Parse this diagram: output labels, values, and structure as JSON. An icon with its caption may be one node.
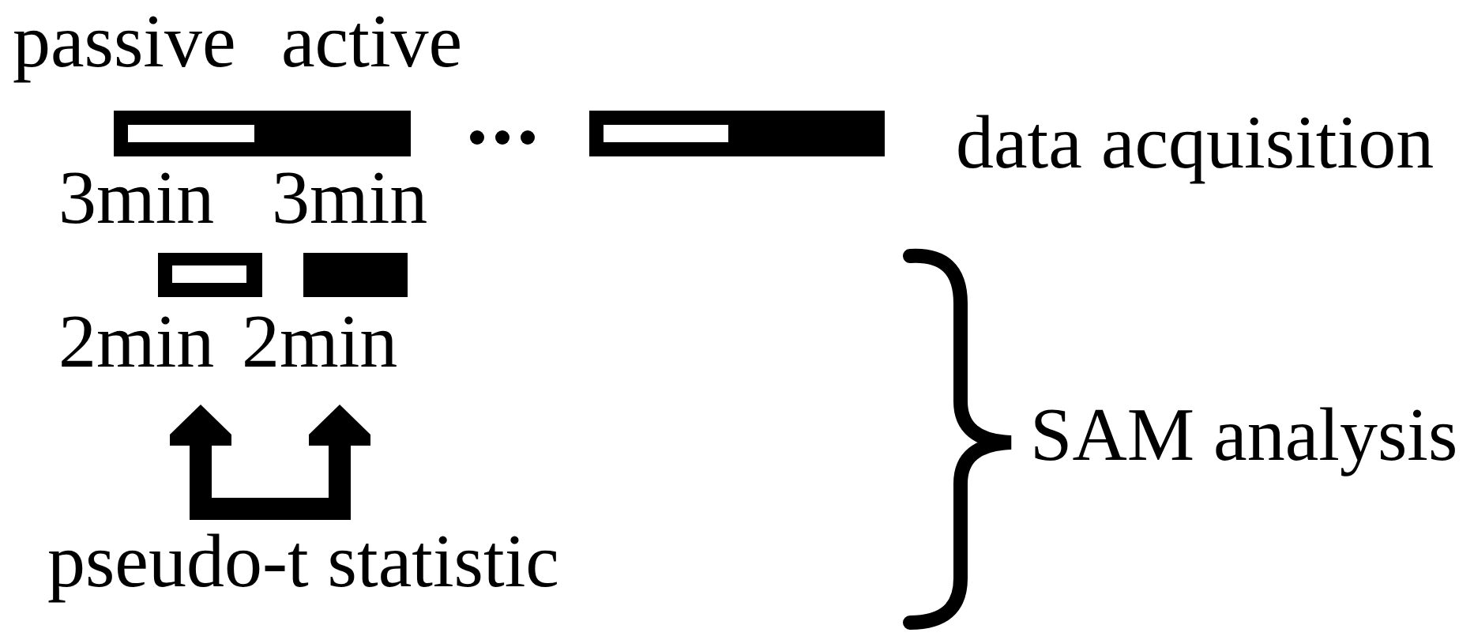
{
  "diagram": {
    "nodes": [
      {
        "text": [],
        "shape": "bar",
        "beside": [
          "passive",
          "3min"
        ]
      },
      {
        "text": [],
        "shape": "bar",
        "beside": [
          "active",
          "3min"
        ]
      },
      {
        "text": [],
        "shape": "bar"
      },
      {
        "text": [],
        "shape": "bar"
      },
      {
        "text": [],
        "shape": "bar",
        "beside": [
          "2min"
        ]
      },
      {
        "text": [],
        "shape": "bar",
        "beside": [
          "2min"
        ]
      },
      {
        "text": [
          "pseudo-t statistic"
        ]
      }
    ],
    "edges": [
      {
        "from": 6,
        "to": 4,
        "arrow": "to"
      },
      {
        "from": 6,
        "to": 5,
        "arrow": "to"
      }
    ],
    "labels": [
      "data acquisition",
      "SAM analysis"
    ]
  }
}
